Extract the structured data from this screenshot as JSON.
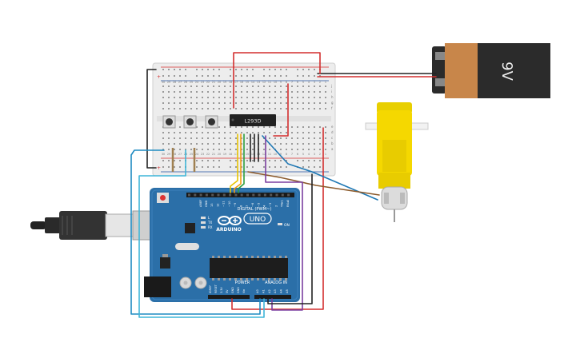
{
  "breadboard": {
    "columns": [
      "30",
      "29",
      "28",
      "27",
      "26",
      "25",
      "24",
      "23",
      "22",
      "21",
      "20",
      "19",
      "18",
      "17",
      "16",
      "15",
      "14",
      "13",
      "12",
      "11",
      "10",
      "9",
      "8",
      "7",
      "6",
      "5",
      "4",
      "3",
      "2",
      "1"
    ],
    "rows_top": [
      "j",
      "i",
      "h",
      "g",
      "f"
    ],
    "rows_bottom": [
      "e",
      "d",
      "c",
      "b",
      "a"
    ]
  },
  "chip": {
    "label": "L293D"
  },
  "battery": {
    "label": "9V",
    "body_color": "#c8864a",
    "cap_color": "#2b2b2b"
  },
  "arduino": {
    "brand": "ARDUINO",
    "model": "UNO",
    "board_color": "#2b6fa8",
    "digital_header": "DIGITAL (PWM~)",
    "power_header": "POWER",
    "analog_header": "ANALOG IN",
    "on_label": "ON",
    "aref": "AREF",
    "gnd": "GND",
    "digital_pins": [
      "13",
      "12",
      "~11",
      "~10",
      "~9",
      "8",
      "7",
      "~6",
      "~5",
      "4",
      "~3",
      "2",
      "TX▸1",
      "RX◂0"
    ],
    "power_pins": [
      "IOREF",
      "RESET",
      "3.3V",
      "5V",
      "GND",
      "GND",
      "Vin"
    ],
    "analog_pins": [
      "A0",
      "A1",
      "A2",
      "A3",
      "A4",
      "A5"
    ],
    "tx": "TX",
    "rx": "RX",
    "l": "L"
  },
  "wire_colors": {
    "red": "#d32f2f",
    "black": "#222222",
    "yellow": "#e8c400",
    "orange": "#f39c12",
    "green": "#2e9e3e",
    "blue": "#1f78b4",
    "cyan": "#3fb6d8",
    "purple": "#7b3fa0",
    "brown": "#8b5a2b"
  }
}
